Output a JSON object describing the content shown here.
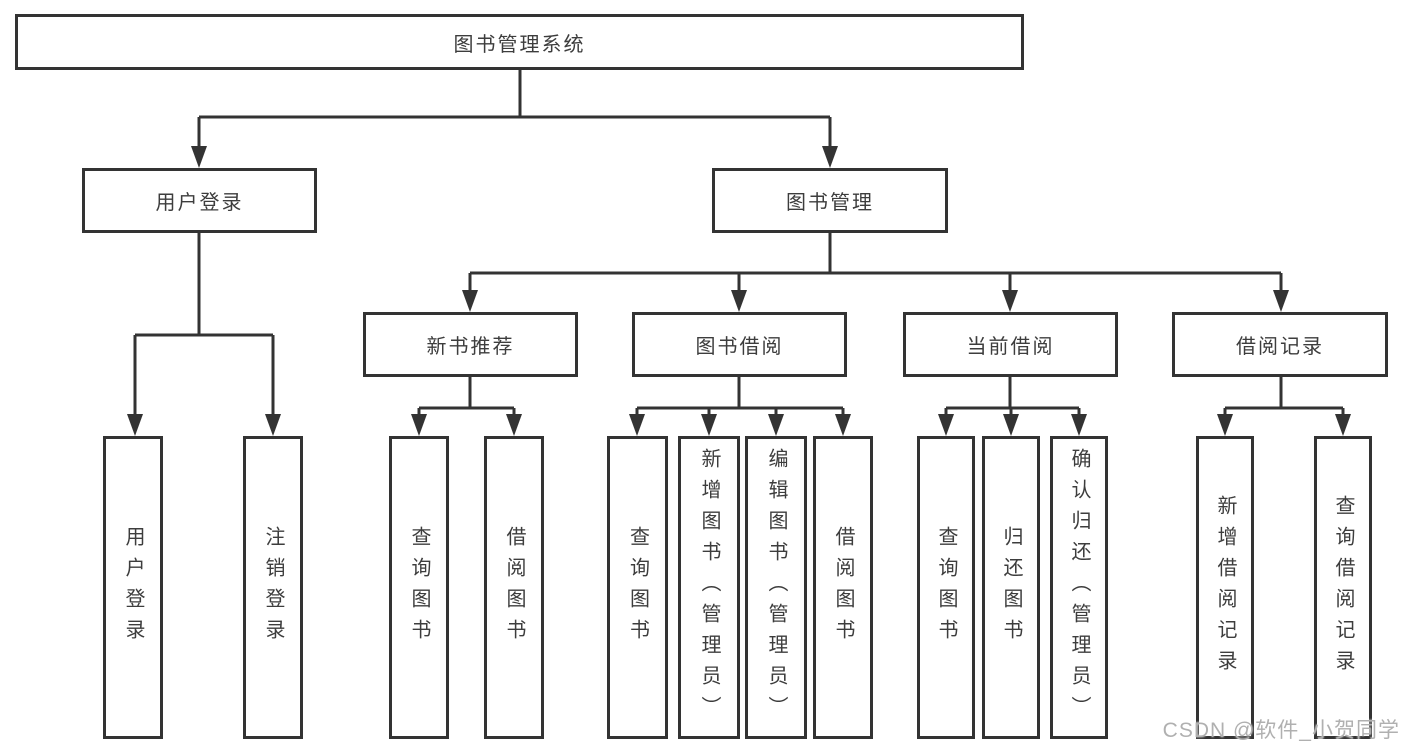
{
  "tree": {
    "label": "图书管理系统",
    "children": [
      {
        "label": "用户登录",
        "children": [
          {
            "label": "用户登录"
          },
          {
            "label": "注销登录"
          }
        ]
      },
      {
        "label": "图书管理",
        "children": [
          {
            "label": "新书推荐",
            "children": [
              {
                "label": "查询图书"
              },
              {
                "label": "借阅图书"
              }
            ]
          },
          {
            "label": "图书借阅",
            "children": [
              {
                "label": "查询图书"
              },
              {
                "label": "新增图书（管理员）"
              },
              {
                "label": "编辑图书（管理员）"
              },
              {
                "label": "借阅图书"
              }
            ]
          },
          {
            "label": "当前借阅",
            "children": [
              {
                "label": "查询图书"
              },
              {
                "label": "归还图书"
              },
              {
                "label": "确认归还（管理员）"
              }
            ]
          },
          {
            "label": "借阅记录",
            "children": [
              {
                "label": "新增借阅记录"
              },
              {
                "label": "查询借阅记录"
              }
            ]
          }
        ]
      }
    ]
  },
  "watermark": {
    "text": "CSDN @软件_小贺同学",
    "color": "#b0b0b0"
  },
  "colors": {
    "line": "#333333",
    "text": "#3d3d3d",
    "background": "#ffffff"
  }
}
